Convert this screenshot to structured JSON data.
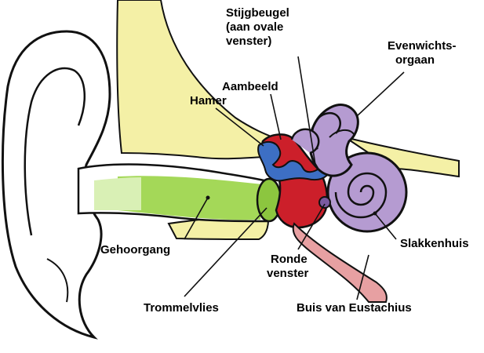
{
  "labels": {
    "stijgbeugel": [
      "Stijgbeugel",
      "(aan ovale",
      "venster)"
    ],
    "evenwichtsorgaan": [
      "Evenwichts-",
      "orgaan"
    ],
    "aambeeld": "Aambeeld",
    "hamer": "Hamer",
    "gehoorgang": "Gehoorgang",
    "ronde_venster": [
      "Ronde",
      "venster"
    ],
    "slakkenhuis": "Slakkenhuis",
    "trommelvlies": "Trommelvlies",
    "buis_van_eustachius": "Buis van Eustachius"
  },
  "colors": {
    "outline": "#111111",
    "bone_yellow": "#f4f0a6",
    "canal_green": "#9fd64f",
    "middle_ear_red": "#cc1f2a",
    "ossicle_blue": "#3d6fc4",
    "inner_ear_purple": "#b59bd1",
    "tube_pink": "#e7a0a2"
  }
}
